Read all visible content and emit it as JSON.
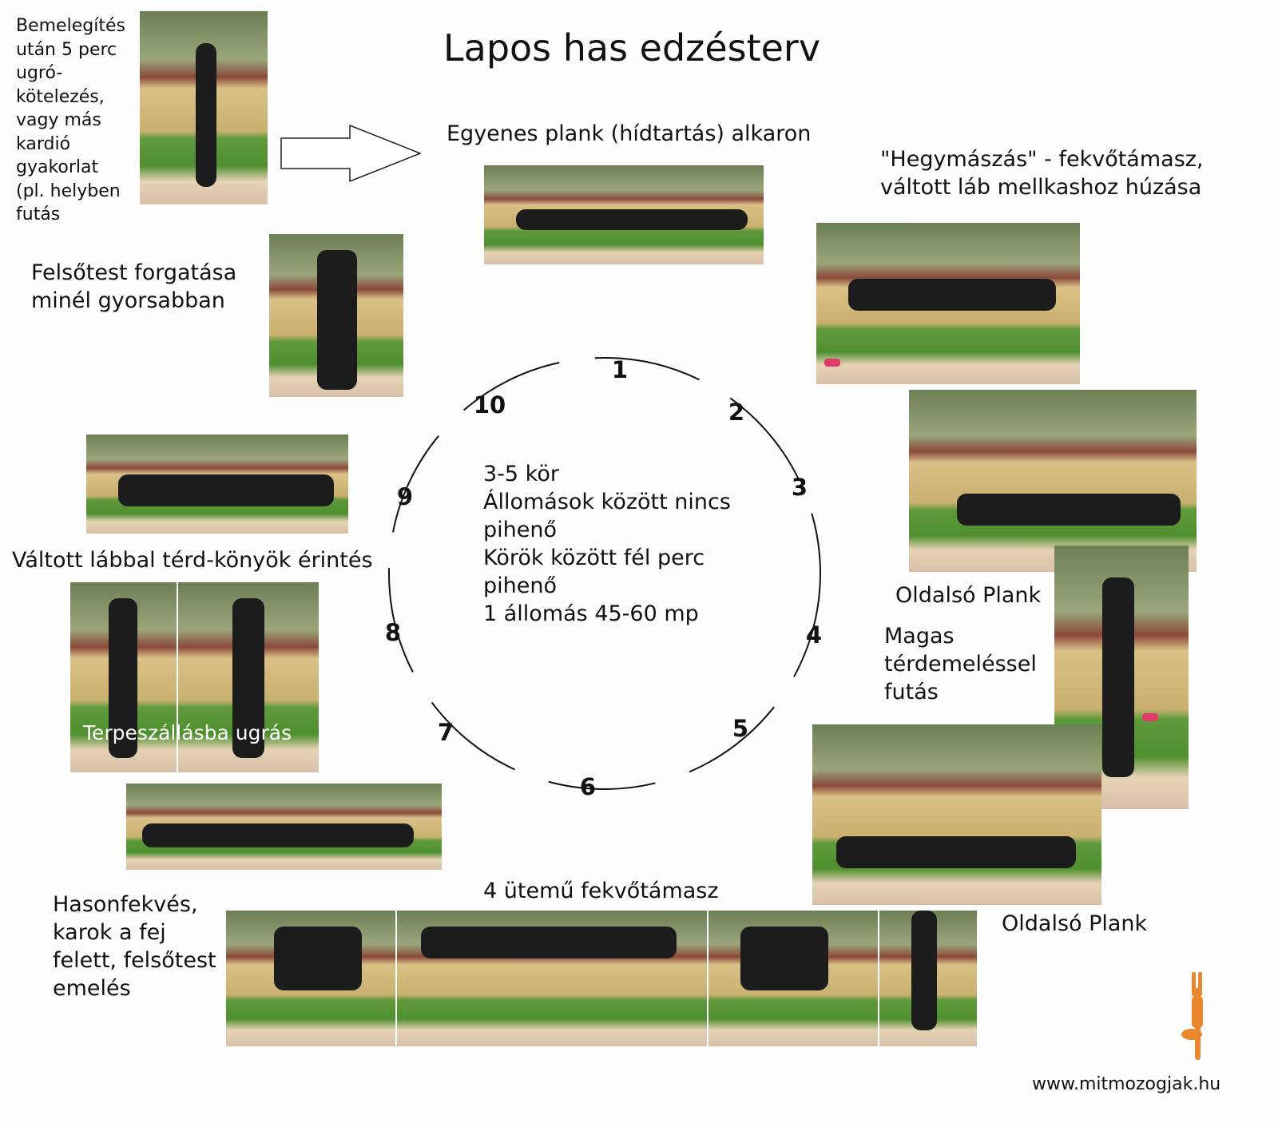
{
  "title": "Lapos has edzésterv",
  "warmup_text": "Bemelegítés\nután 5 perc\nugró-\nkötelezés,\nvagy más\nkardió\ngyakorlat\n(pl. helyben\nfutás",
  "center_info": "3-5 kör\nÁllomások között nincs\npihenő\nKörök között fél perc\npihenő\n1 állomás 45-60 mp",
  "stations": [
    {
      "number": "1",
      "label": "Egyenes plank (hídtartás) alkaron"
    },
    {
      "number": "2",
      "label": "\"Hegymászás\" - fekvőtámasz,\nváltott láb mellkashoz húzása"
    },
    {
      "number": "3",
      "label": "Oldalsó Plank"
    },
    {
      "number": "4",
      "label": "Magas\ntérdemeléssel\nfutás"
    },
    {
      "number": "5",
      "label": "Oldalsó Plank"
    },
    {
      "number": "6",
      "label": "4 ütemű fekvőtámasz"
    },
    {
      "number": "7",
      "label": "Hasonfekvés,\nkarok a fej\nfelett, felsőtest\nemelés"
    },
    {
      "number": "8",
      "label": "Terpeszállásba ugrás"
    },
    {
      "number": "9",
      "label": "Váltott lábbal térd-könyök érintés"
    },
    {
      "number": "10",
      "label": "Felsőtest forgatása\nminél gyorsabban"
    }
  ],
  "website": "www.mitmozogjak.hu",
  "colors": {
    "logo": "#e8872e",
    "shoe": "#e03a6a"
  }
}
